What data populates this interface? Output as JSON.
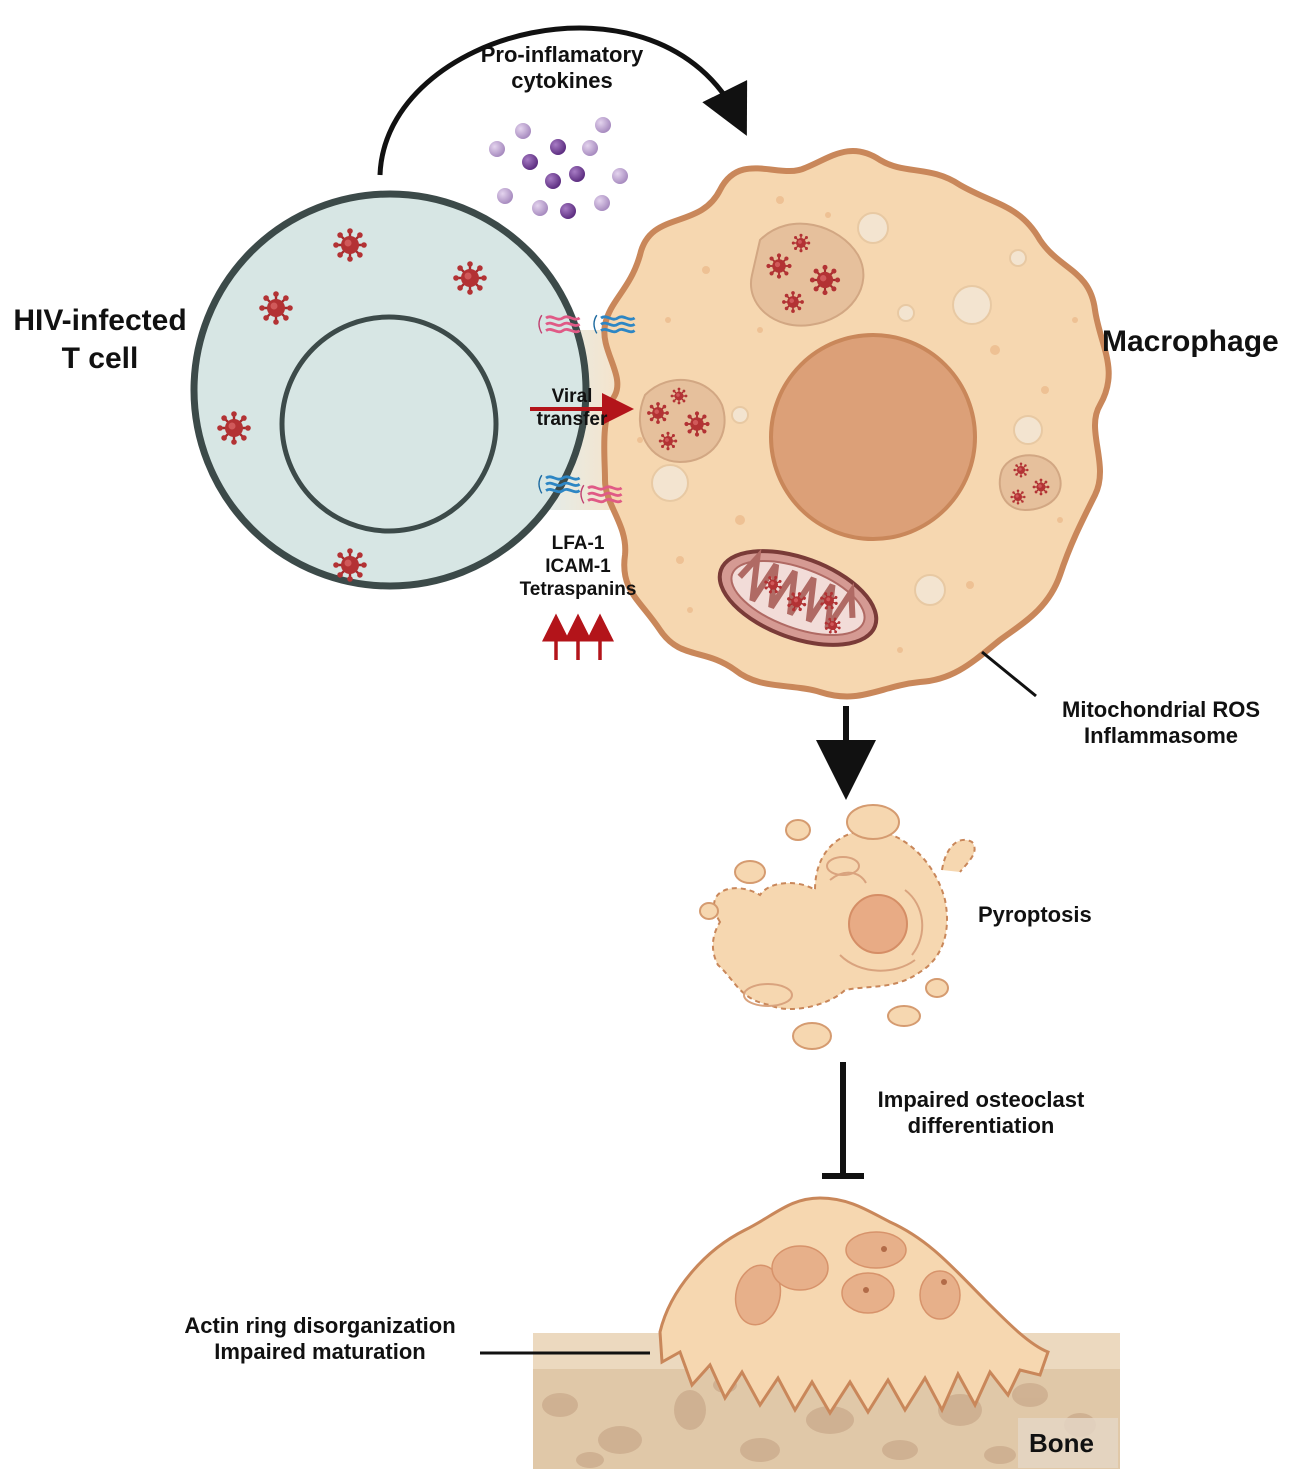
{
  "labels": {
    "tcell_line1": "HIV-infected",
    "tcell_line2": "T cell",
    "macrophage": "Macrophage",
    "cytokines_line1": "Pro-inflamatory",
    "cytokines_line2": "cytokines",
    "viral_line1": "Viral",
    "viral_line2": "transfer",
    "receptor_1": "LFA-1",
    "receptor_2": "ICAM-1",
    "receptor_3": "Tetraspanins",
    "mito_line1": "Mitochondrial ROS",
    "mito_line2": "Inflammasome",
    "pyroptosis": "Pyroptosis",
    "osteo_line1": "Impaired osteoclast",
    "osteo_line2": "differentiation",
    "actin_line1": "Actin ring disorganization",
    "actin_line2": "Impaired maturation",
    "bone": "Bone"
  },
  "colors": {
    "tcell_fill": "#d7e6e4",
    "tcell_outline": "#3c4a49",
    "macrophage_fill": "#f6d7b0",
    "macrophage_outline": "#c9875a",
    "nucleus_fill": "#dca078",
    "virus": "#b33234",
    "cytokine": "#8a5aa6",
    "arrow_red": "#b3141a",
    "arrow_black": "#111111",
    "bone_fill": "#e0c8a8"
  },
  "icons": [
    "hiv-virus-icon",
    "cytokine-particle-icon",
    "lfa1-receptor-icon",
    "icam1-receptor-icon",
    "mitochondrion-icon",
    "osteoclast-icon",
    "bone-tissue-icon"
  ]
}
